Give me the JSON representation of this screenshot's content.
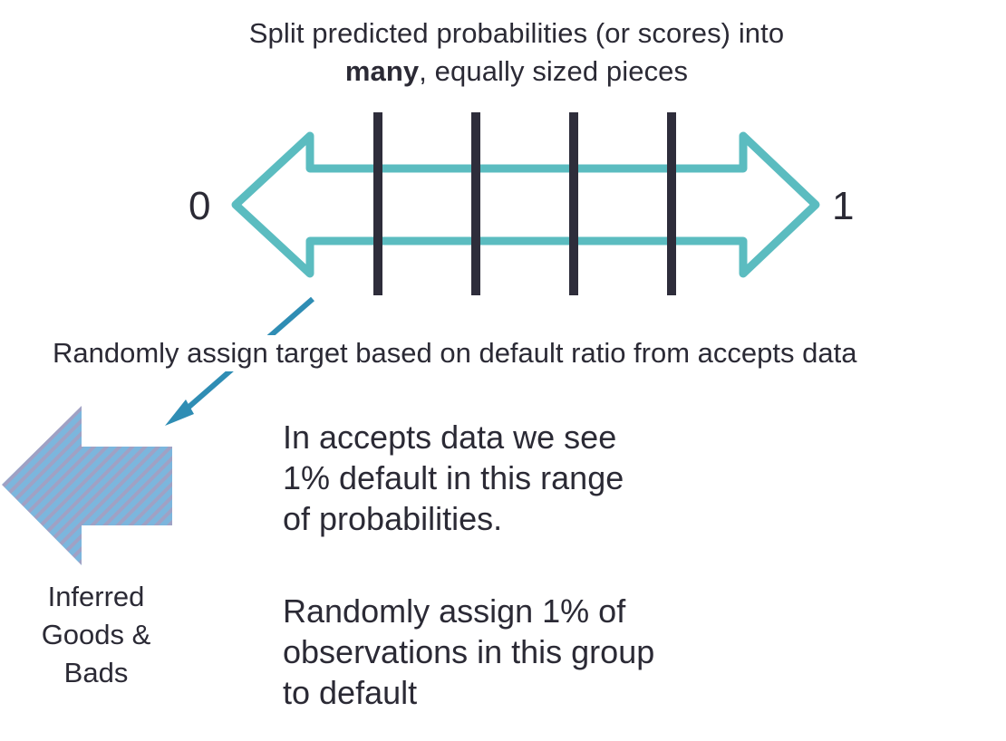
{
  "header": {
    "line1": "Split predicted probabilities (or scores) into",
    "line2_bold": "many",
    "line2_rest": ", equally sized pieces"
  },
  "scale": {
    "min_label": "0",
    "max_label": "1",
    "divider_count": 4
  },
  "note": {
    "text": "Randomly assign target based on default ratio from accepts data"
  },
  "explanation": {
    "para1_lines": [
      "In accepts data we see",
      "1% default in this range",
      "of probabilities."
    ],
    "para2_lines": [
      "Randomly assign 1% of",
      "observations in this group",
      "to default"
    ]
  },
  "output": {
    "label_lines": [
      "Inferred",
      "Goods &",
      "Bads"
    ]
  },
  "colors": {
    "arrow_outline": "#5bbcc0",
    "divider": "#2e2d3b",
    "pointer": "#2f8db4",
    "stripe_a": "#7cb6dd",
    "stripe_b": "#a0a1c4",
    "text": "#2b2a35"
  },
  "icons": {
    "double_arrow": "double-headed-arrow",
    "pointer": "diagonal-arrow",
    "output_arrow": "striped-left-arrow"
  }
}
